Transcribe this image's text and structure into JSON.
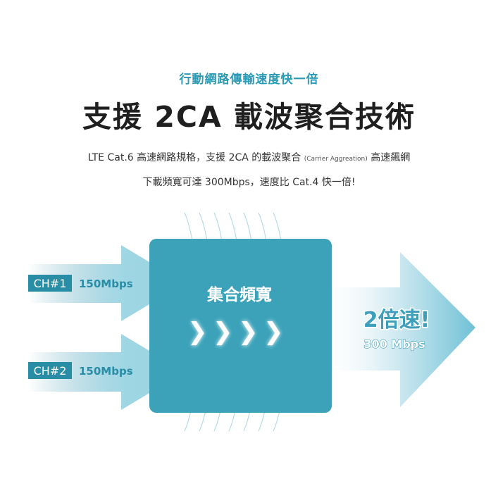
{
  "header": {
    "subtitle": "行動網路傳輸速度快一倍",
    "title": "支援 2CA 載波聚合技術"
  },
  "description": {
    "line1_a": "LTE Cat.6 高速網路規格，支援 2CA 的載波聚合 ",
    "line1_b": "(Carrier Aggreation)",
    "line1_c": " 高速飆網",
    "line2": "下載頻寬可達 300Mbps，速度比 Cat.4 快一倍!"
  },
  "diagram": {
    "channels": [
      {
        "tag": "CH#1",
        "speed": "150Mbps"
      },
      {
        "tag": "CH#2",
        "speed": "150Mbps"
      }
    ],
    "aggregate_label": "集合頻寬",
    "chevron_glyphs": [
      "❯",
      "❯",
      "❯",
      "❯"
    ],
    "result_main": "2倍速!",
    "result_sub": "300 Mbps",
    "colors": {
      "box": "#3ba2b9",
      "accent": "#2a8da6",
      "arrow_light": "#a9d9e6",
      "white": "#ffffff"
    }
  }
}
